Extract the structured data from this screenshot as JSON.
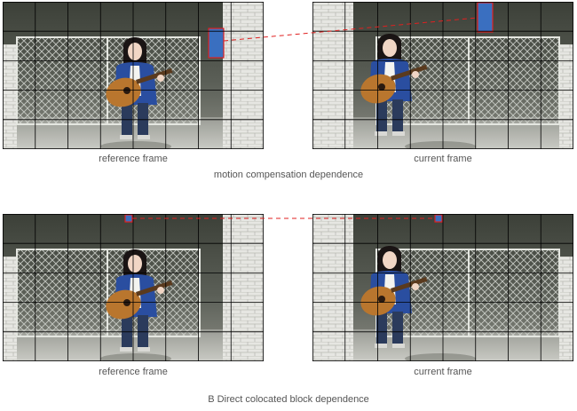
{
  "panels": [
    {
      "row_caption": "motion compensation dependence",
      "frames": [
        {
          "caption": "reference frame"
        },
        {
          "caption": "current frame"
        }
      ]
    },
    {
      "row_caption": "B Direct colocated block dependence",
      "frames": [
        {
          "caption": "reference frame"
        },
        {
          "caption": "current frame"
        }
      ]
    }
  ],
  "colors": {
    "grid_line": "#000000",
    "highlight_fill": "#3a6fc0",
    "highlight_stroke": "#e02020",
    "connector": "#e02020"
  }
}
